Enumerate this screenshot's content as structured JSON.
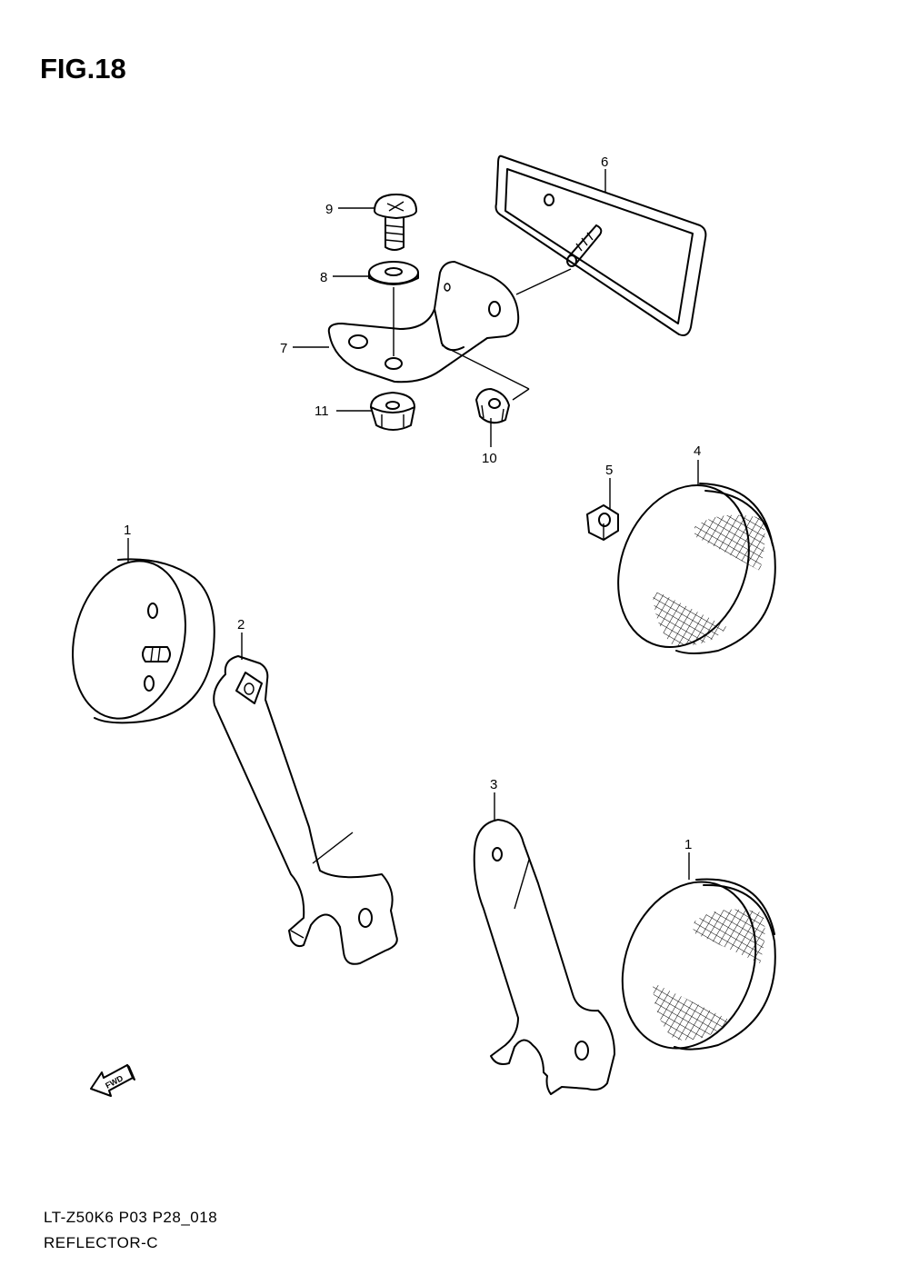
{
  "figure": {
    "title": "FIG.18",
    "model_code": "LT-Z50K6 P03 P28_018",
    "section_name": "REFLECTOR-C"
  },
  "fwd_label": "FWD",
  "callouts": [
    "9",
    "6",
    "8",
    "7",
    "11",
    "10",
    "5",
    "4",
    "1",
    "2",
    "3",
    "1"
  ],
  "parts": [
    {
      "ref": "1",
      "name": "reflector-round-left"
    },
    {
      "ref": "2",
      "name": "bracket-left"
    },
    {
      "ref": "3",
      "name": "bracket-right"
    },
    {
      "ref": "4",
      "name": "reflector-round-upper"
    },
    {
      "ref": "5",
      "name": "nut-small"
    },
    {
      "ref": "6",
      "name": "reflector-rectangular"
    },
    {
      "ref": "7",
      "name": "bracket-rectangular"
    },
    {
      "ref": "8",
      "name": "washer"
    },
    {
      "ref": "9",
      "name": "screw"
    },
    {
      "ref": "10",
      "name": "nut-flange"
    },
    {
      "ref": "11",
      "name": "nut-flange-large"
    }
  ],
  "colors": {
    "line": "#000000",
    "background": "#ffffff"
  }
}
